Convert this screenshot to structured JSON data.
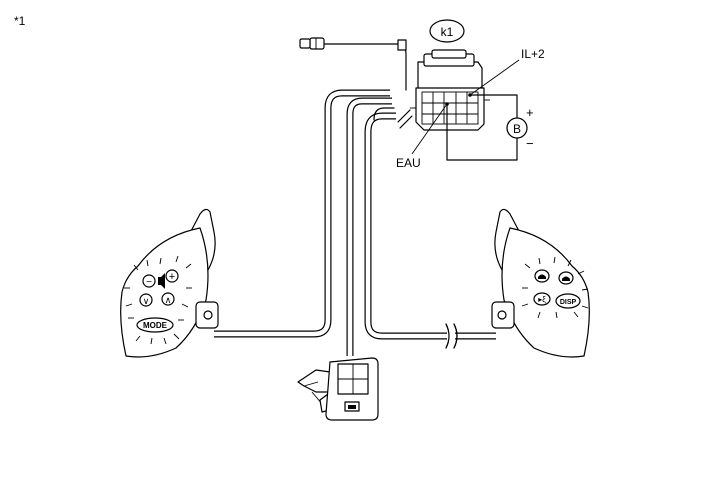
{
  "diagram": {
    "figure_marker": "*1",
    "callouts": {
      "connector_label": "k1",
      "power_terminal": "IL+2",
      "ground_terminal": "EAU",
      "battery": "B",
      "battery_positive": "+",
      "battery_negative": "−"
    },
    "left_switch": {
      "button_mode": "MODE",
      "button_minus": "−",
      "button_plus": "+",
      "button_down": "∨",
      "button_up": "∧"
    },
    "right_switch": {
      "button_disp": "DISP"
    }
  }
}
